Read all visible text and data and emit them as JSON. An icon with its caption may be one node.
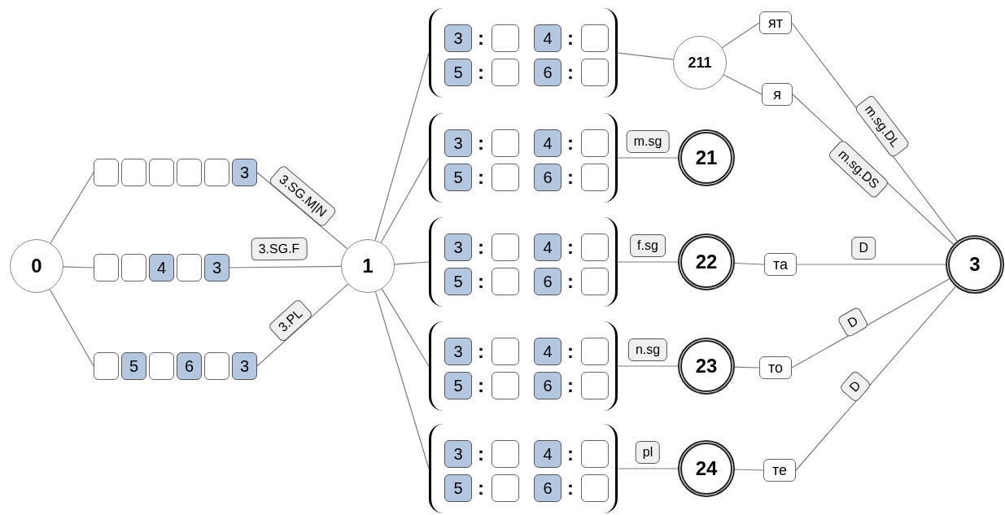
{
  "diagram": {
    "nodes": [
      {
        "text": [
          "0"
        ]
      },
      {
        "text": [],
        "shape": "box"
      },
      {
        "text": [],
        "shape": "box"
      },
      {
        "text": [],
        "shape": "box"
      },
      {
        "text": [],
        "shape": "box"
      },
      {
        "text": [],
        "shape": "box"
      },
      {
        "text": [
          "3"
        ]
      },
      {
        "text": [],
        "shape": "box"
      },
      {
        "text": [],
        "shape": "box"
      },
      {
        "text": [
          "4"
        ]
      },
      {
        "text": [],
        "shape": "box"
      },
      {
        "text": [
          "3"
        ]
      },
      {
        "text": [],
        "shape": "box"
      },
      {
        "text": [
          "5"
        ]
      },
      {
        "text": [],
        "shape": "box"
      },
      {
        "text": [
          "6"
        ]
      },
      {
        "text": [],
        "shape": "box"
      },
      {
        "text": [
          "3"
        ]
      },
      {
        "text": [
          "1"
        ]
      },
      {
        "text": [],
        "shape": "bracket"
      },
      {
        "text": [
          "3"
        ],
        "beside": [
          ":"
        ],
        "in": 19
      },
      {
        "text": [],
        "shape": "box",
        "in": 19
      },
      {
        "text": [
          "4"
        ],
        "beside": [
          ":"
        ],
        "in": 19
      },
      {
        "text": [],
        "shape": "box",
        "in": 19
      },
      {
        "text": [
          "5"
        ],
        "beside": [
          ":"
        ],
        "in": 19
      },
      {
        "text": [],
        "shape": "box",
        "in": 19
      },
      {
        "text": [
          "6"
        ],
        "beside": [
          ":"
        ],
        "in": 19
      },
      {
        "text": [],
        "shape": "box",
        "in": 19
      },
      {
        "text": [],
        "shape": "bracket"
      },
      {
        "text": [
          "3"
        ],
        "beside": [
          ":"
        ],
        "in": 28
      },
      {
        "text": [],
        "shape": "box",
        "in": 28
      },
      {
        "text": [
          "4"
        ],
        "beside": [
          ":"
        ],
        "in": 28
      },
      {
        "text": [],
        "shape": "box",
        "in": 28
      },
      {
        "text": [
          "5"
        ],
        "beside": [
          ":"
        ],
        "in": 28
      },
      {
        "text": [],
        "shape": "box",
        "in": 28
      },
      {
        "text": [
          "6"
        ],
        "beside": [
          ":"
        ],
        "in": 28
      },
      {
        "text": [],
        "shape": "box",
        "in": 28
      },
      {
        "text": [],
        "shape": "bracket"
      },
      {
        "text": [
          "3"
        ],
        "beside": [
          ":"
        ],
        "in": 37
      },
      {
        "text": [],
        "shape": "box",
        "in": 37
      },
      {
        "text": [
          "4"
        ],
        "beside": [
          ":"
        ],
        "in": 37
      },
      {
        "text": [],
        "shape": "box",
        "in": 37
      },
      {
        "text": [
          "5"
        ],
        "beside": [
          ":"
        ],
        "in": 37
      },
      {
        "text": [],
        "shape": "box",
        "in": 37
      },
      {
        "text": [
          "6"
        ],
        "beside": [
          ":"
        ],
        "in": 37
      },
      {
        "text": [],
        "shape": "box",
        "in": 37
      },
      {
        "text": [],
        "shape": "bracket"
      },
      {
        "text": [
          "3"
        ],
        "beside": [
          ":"
        ],
        "in": 46
      },
      {
        "text": [],
        "shape": "box",
        "in": 46
      },
      {
        "text": [
          "4"
        ],
        "beside": [
          ":"
        ],
        "in": 46
      },
      {
        "text": [],
        "shape": "box",
        "in": 46
      },
      {
        "text": [
          "5"
        ],
        "beside": [
          ":"
        ],
        "in": 46
      },
      {
        "text": [],
        "shape": "box",
        "in": 46
      },
      {
        "text": [
          "6"
        ],
        "beside": [
          ":"
        ],
        "in": 46
      },
      {
        "text": [],
        "shape": "box",
        "in": 46
      },
      {
        "text": [],
        "shape": "bracket"
      },
      {
        "text": [
          "3"
        ],
        "beside": [
          ":"
        ],
        "in": 55
      },
      {
        "text": [],
        "shape": "box",
        "in": 55
      },
      {
        "text": [
          "4"
        ],
        "beside": [
          ":"
        ],
        "in": 55
      },
      {
        "text": [],
        "shape": "box",
        "in": 55
      },
      {
        "text": [
          "5"
        ],
        "beside": [
          ":"
        ],
        "in": 55
      },
      {
        "text": [],
        "shape": "box",
        "in": 55
      },
      {
        "text": [
          "6"
        ],
        "beside": [
          ":"
        ],
        "in": 55
      },
      {
        "text": [],
        "shape": "box",
        "in": 55
      },
      {
        "text": [
          "211"
        ]
      },
      {
        "text": [
          "21"
        ]
      },
      {
        "text": [
          "22"
        ]
      },
      {
        "text": [
          "23"
        ]
      },
      {
        "text": [
          "24"
        ]
      },
      {
        "text": [
          "ят"
        ]
      },
      {
        "text": [
          "я"
        ]
      },
      {
        "text": [
          "та"
        ]
      },
      {
        "text": [
          "то"
        ]
      },
      {
        "text": [
          "те"
        ]
      },
      {
        "text": [
          "3"
        ]
      }
    ],
    "edges": [
      {
        "from": 0,
        "to": 1,
        "arrow": "none"
      },
      {
        "from": 0,
        "to": 7,
        "arrow": "none"
      },
      {
        "from": 0,
        "to": 12,
        "arrow": "none"
      },
      {
        "from": 6,
        "to": 18,
        "arrow": "none",
        "label": "3.SG.M|N"
      },
      {
        "from": 11,
        "to": 18,
        "arrow": "none",
        "label": "3.SG.F"
      },
      {
        "from": 17,
        "to": 18,
        "arrow": "none",
        "label": "3.PL"
      },
      {
        "from": 18,
        "to": 19,
        "arrow": "none"
      },
      {
        "from": 18,
        "to": 28,
        "arrow": "none"
      },
      {
        "from": 18,
        "to": 37,
        "arrow": "none"
      },
      {
        "from": 18,
        "to": 46,
        "arrow": "none"
      },
      {
        "from": 18,
        "to": 55,
        "arrow": "none"
      },
      {
        "from": 19,
        "to": 64,
        "arrow": "none"
      },
      {
        "from": 28,
        "to": 65,
        "arrow": "none",
        "label": "m.sg"
      },
      {
        "from": 37,
        "to": 66,
        "arrow": "none",
        "label": "f.sg"
      },
      {
        "from": 46,
        "to": 67,
        "arrow": "none",
        "label": "n.sg"
      },
      {
        "from": 55,
        "to": 68,
        "arrow": "none",
        "label": "pl"
      },
      {
        "from": 64,
        "to": 69,
        "arrow": "none"
      },
      {
        "from": 64,
        "to": 70,
        "arrow": "none"
      },
      {
        "from": 69,
        "to": 74,
        "arrow": "none",
        "label": "m.sg.DL"
      },
      {
        "from": 70,
        "to": 74,
        "arrow": "none",
        "label": "m.sg.DS"
      },
      {
        "from": 66,
        "to": 71,
        "arrow": "none"
      },
      {
        "from": 71,
        "to": 74,
        "arrow": "none",
        "label": "D"
      },
      {
        "from": 67,
        "to": 72,
        "arrow": "none"
      },
      {
        "from": 72,
        "to": 74,
        "arrow": "none",
        "label": "D"
      },
      {
        "from": 68,
        "to": 73,
        "arrow": "none"
      },
      {
        "from": 73,
        "to": 74,
        "arrow": "none",
        "label": "D"
      }
    ]
  }
}
